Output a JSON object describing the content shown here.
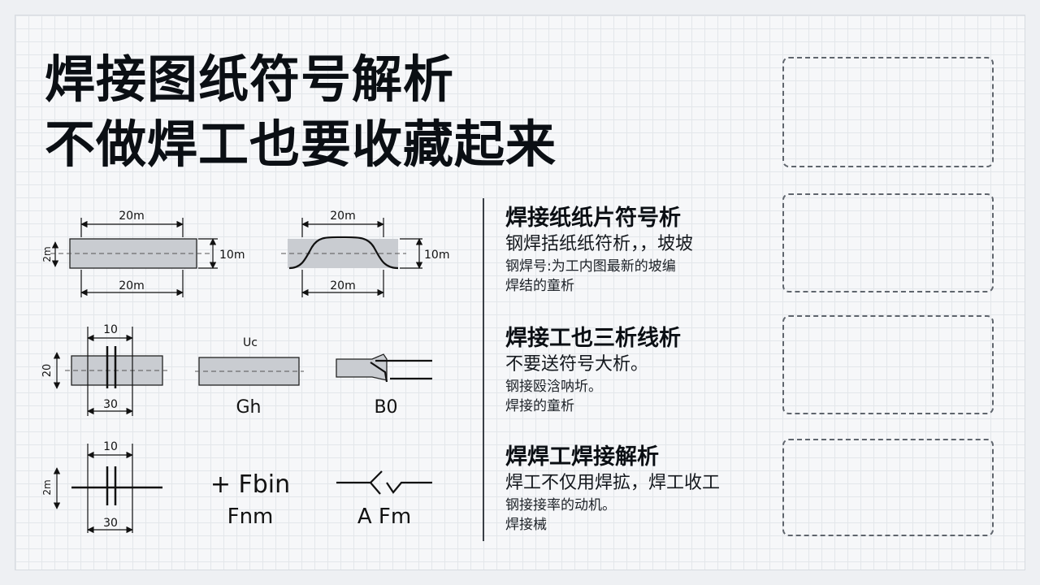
{
  "title": {
    "line1": "焊接图纸符号解析",
    "line2": "不做焊工也要收藏起来"
  },
  "diagram": {
    "fig1": {
      "top": "20m",
      "bottom": "20m",
      "right": "10m",
      "left": "2m"
    },
    "fig2": {
      "top": "20m",
      "bottom": "20m",
      "right": "10m"
    },
    "fig3": {
      "top": "10",
      "bottom": "30",
      "left": "20"
    },
    "fig4": {
      "top": "Uc",
      "caption": "Gh"
    },
    "fig5": {
      "caption": "B0"
    },
    "fig6": {
      "top": "10",
      "bottom": "30",
      "left": "2m"
    },
    "fig7": {
      "line1": "+ Fbin",
      "line2": "Fnm"
    },
    "fig8": {
      "caption": "A Fm"
    }
  },
  "sections": [
    {
      "heading": "焊接纸纸片符号析",
      "lines": [
        "钢焊括纸纸符析，，坡坡",
        "钢焊号:为工内图最新的坡编",
        "焊结的童析"
      ]
    },
    {
      "heading": "焊接工也三析线析",
      "lines": [
        "不要送符号大析。",
        "钢接殴浛呐圻。",
        "焊接的童析"
      ]
    },
    {
      "heading": "焊焊工焊接解析",
      "lines": [
        "焊工不仅用焊拡，焊工收工",
        "钢接接率的动机。",
        "焊接械"
      ]
    }
  ]
}
